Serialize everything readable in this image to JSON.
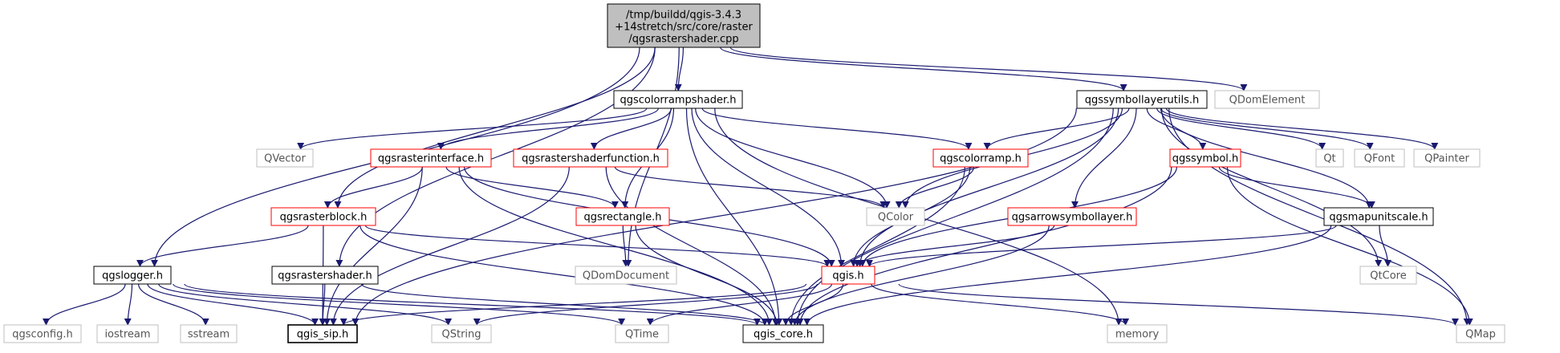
{
  "graph": {
    "root_lines": [
      "/tmp/buildd/qgis-3.4.3",
      "+14stretch/src/core/raster",
      "/qgsrastershader.cpp"
    ],
    "colors": {
      "edge": "#191970",
      "edge_gray": "#a9a9a9",
      "root_fill": "#bfbfbf",
      "red_border": "#ff0000",
      "gray_border": "#bfbfbf",
      "black_border": "#000000"
    },
    "nodes": [
      {
        "id": "qgscolorrampshader",
        "label": "qgscolorrampshader.h",
        "style": "black"
      },
      {
        "id": "qgssymbollayerutils",
        "label": "qgssymbollayerutils.h",
        "style": "black"
      },
      {
        "id": "qdomelement",
        "label": "QDomElement",
        "style": "gray"
      },
      {
        "id": "qvector",
        "label": "QVector",
        "style": "gray"
      },
      {
        "id": "qgsrasterinterface",
        "label": "qgsrasterinterface.h",
        "style": "red"
      },
      {
        "id": "qgsrastershaderfunction",
        "label": "qgsrastershaderfunction.h",
        "style": "red"
      },
      {
        "id": "qgscolorramp",
        "label": "qgscolorramp.h",
        "style": "red"
      },
      {
        "id": "qgssymbol",
        "label": "qgssymbol.h",
        "style": "red"
      },
      {
        "id": "qt",
        "label": "Qt",
        "style": "gray"
      },
      {
        "id": "qfont",
        "label": "QFont",
        "style": "gray"
      },
      {
        "id": "qpainter",
        "label": "QPainter",
        "style": "gray"
      },
      {
        "id": "qgsrasterblock",
        "label": "qgsrasterblock.h",
        "style": "red"
      },
      {
        "id": "qgsrectangle",
        "label": "qgsrectangle.h",
        "style": "red"
      },
      {
        "id": "qcolor",
        "label": "QColor",
        "style": "gray"
      },
      {
        "id": "qgsarrowsymbollayer",
        "label": "qgsarrowsymbollayer.h",
        "style": "red"
      },
      {
        "id": "qgsmapunitscale",
        "label": "qgsmapunitscale.h",
        "style": "black"
      },
      {
        "id": "qgslogger",
        "label": "qgslogger.h",
        "style": "black"
      },
      {
        "id": "qgsrastershader",
        "label": "qgsrastershader.h",
        "style": "black"
      },
      {
        "id": "qdomdocument",
        "label": "QDomDocument",
        "style": "gray"
      },
      {
        "id": "qgis",
        "label": "qgis.h",
        "style": "red"
      },
      {
        "id": "qtcore",
        "label": "QtCore",
        "style": "gray"
      },
      {
        "id": "qgsconfig",
        "label": "qgsconfig.h",
        "style": "gray"
      },
      {
        "id": "iostream",
        "label": "iostream",
        "style": "gray"
      },
      {
        "id": "sstream",
        "label": "sstream",
        "style": "gray"
      },
      {
        "id": "qgis_sip",
        "label": "qgis_sip.h",
        "style": "black"
      },
      {
        "id": "qstring",
        "label": "QString",
        "style": "gray"
      },
      {
        "id": "qtime",
        "label": "QTime",
        "style": "gray"
      },
      {
        "id": "qgis_core",
        "label": "qgis_core.h",
        "style": "black"
      },
      {
        "id": "memory",
        "label": "memory",
        "style": "gray"
      },
      {
        "id": "qmap",
        "label": "QMap",
        "style": "gray"
      }
    ],
    "edges": [
      [
        "root",
        "qgscolorrampshader"
      ],
      [
        "root",
        "qgssymbollayerutils"
      ],
      [
        "root",
        "qdomelement"
      ],
      [
        "root",
        "qgsrasterblock"
      ],
      [
        "root",
        "qgslogger"
      ],
      [
        "root",
        "qgsrastershader"
      ],
      [
        "root",
        "qdomdocument"
      ],
      [
        "qgscolorrampshader",
        "qvector"
      ],
      [
        "qgscolorrampshader",
        "qgsrasterinterface"
      ],
      [
        "qgscolorrampshader",
        "qgsrastershaderfunction"
      ],
      [
        "qgscolorrampshader",
        "qgscolorramp"
      ],
      [
        "qgscolorrampshader",
        "qgsrectangle"
      ],
      [
        "qgscolorrampshader",
        "qcolor"
      ],
      [
        "qgscolorrampshader",
        "qgis"
      ],
      [
        "qgscolorrampshader",
        "qgis_core"
      ],
      [
        "qgscolorrampshader",
        "memory"
      ],
      [
        "qgssymbollayerutils",
        "qgscolorramp"
      ],
      [
        "qgssymbollayerutils",
        "qgssymbol"
      ],
      [
        "qgssymbollayerutils",
        "qt"
      ],
      [
        "qgssymbollayerutils",
        "qfont"
      ],
      [
        "qgssymbollayerutils",
        "qpainter"
      ],
      [
        "qgssymbollayerutils",
        "qcolor"
      ],
      [
        "qgssymbollayerutils",
        "qgsarrowsymbollayer"
      ],
      [
        "qgssymbollayerutils",
        "qgsmapunitscale"
      ],
      [
        "qgssymbollayerutils",
        "qgis"
      ],
      [
        "qgssymbollayerutils",
        "qgis_core"
      ],
      [
        "qgssymbollayerutils",
        "qtcore"
      ],
      [
        "qgssymbollayerutils",
        "qmap"
      ],
      [
        "qgssymbollayerutils",
        "qgis_sip"
      ],
      [
        "qgsrasterinterface",
        "qgsrasterblock"
      ],
      [
        "qgsrasterinterface",
        "qgsrectangle"
      ],
      [
        "qgsrasterinterface",
        "qgis"
      ],
      [
        "qgsrasterinterface",
        "qgis_sip"
      ],
      [
        "qgsrasterinterface",
        "qgis_core"
      ],
      [
        "qgsrastershaderfunction",
        "qcolor"
      ],
      [
        "qgsrastershaderfunction",
        "qgis_sip"
      ],
      [
        "qgsrastershaderfunction",
        "qgis_core"
      ],
      [
        "qgscolorramp",
        "qcolor"
      ],
      [
        "qgscolorramp",
        "qgis"
      ],
      [
        "qgscolorramp",
        "qgis_core"
      ],
      [
        "qgssymbol",
        "qgsmapunitscale"
      ],
      [
        "qgssymbol",
        "qgis"
      ],
      [
        "qgssymbol",
        "qgis_core"
      ],
      [
        "qgssymbol",
        "qmap"
      ],
      [
        "qgsrasterblock",
        "qgslogger"
      ],
      [
        "qgsrasterblock",
        "qgis"
      ],
      [
        "qgsrasterblock",
        "qgis_sip"
      ],
      [
        "qgsrasterblock",
        "qgis_core"
      ],
      [
        "qgsrectangle",
        "qdomdocument"
      ],
      [
        "qgsrectangle",
        "qgis_core"
      ],
      [
        "qgsarrowsymbollayer",
        "qgis"
      ],
      [
        "qgsarrowsymbollayer",
        "qgis_core"
      ],
      [
        "qgsmapunitscale",
        "qgis"
      ],
      [
        "qgsmapunitscale",
        "qtcore"
      ],
      [
        "qgsmapunitscale",
        "qgis_core"
      ],
      [
        "qgslogger",
        "qgsconfig"
      ],
      [
        "qgslogger",
        "iostream"
      ],
      [
        "qgslogger",
        "sstream"
      ],
      [
        "qgslogger",
        "qgis_sip"
      ],
      [
        "qgslogger",
        "qstring"
      ],
      [
        "qgslogger",
        "qtime"
      ],
      [
        "qgslogger",
        "qgis_core"
      ],
      [
        "qgsrastershader",
        "qgis_sip"
      ],
      [
        "qgsrastershader",
        "qgis_core"
      ],
      [
        "qgis",
        "qgis_sip"
      ],
      [
        "qgis",
        "qstring"
      ],
      [
        "qgis",
        "qtime"
      ],
      [
        "qgis",
        "qgis_core"
      ],
      [
        "qgis",
        "memory"
      ],
      [
        "qgis",
        "qmap"
      ]
    ]
  }
}
